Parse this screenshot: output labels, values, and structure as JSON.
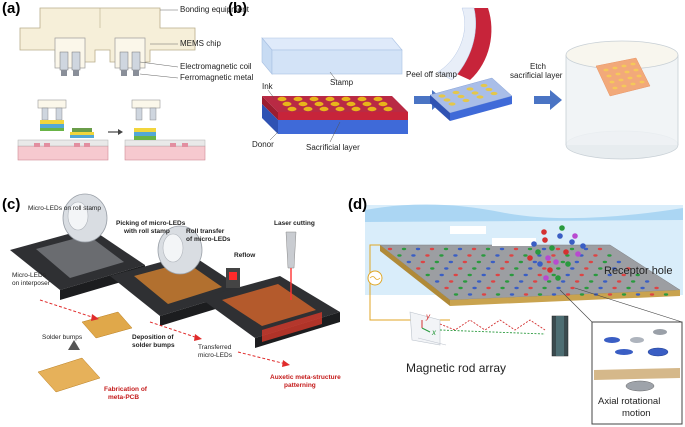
{
  "panels": {
    "a": {
      "label": "(a)",
      "texts": {
        "bonding": "Bonding equipment",
        "mems": "MEMS chip",
        "coil": "Electromagnetic coil",
        "ferro": "Ferromagnetic metal"
      }
    },
    "b": {
      "label": "(b)",
      "texts": {
        "stamp": "Stamp",
        "ink": "Ink",
        "donor": "Donor",
        "sacrificial": "Sacrificial layer",
        "peel": "Peel off stamp",
        "etch1": "Etch",
        "etch2": "sacrificial layer"
      }
    },
    "c": {
      "label": "(c)",
      "texts": {
        "roll_stamp": "Micro-LEDs on roll stamp",
        "picking1": "Picking of micro-LEDs",
        "picking2": "with roll stamp",
        "roll_transfer1": "Roll transfer",
        "roll_transfer2": "of micro-LEDs",
        "reflow": "Reflow",
        "laser": "Laser cutting",
        "interposer1": "Micro-LEDs",
        "interposer2": "on interposer",
        "solder": "Solder bumps",
        "deposition1": "Deposition of",
        "deposition2": "solder bumps",
        "transferred1": "Transferred",
        "transferred2": "micro-LEDs",
        "fab1": "Fabrication of",
        "fab2": "meta-PCB",
        "auxetic1": "Auxetic meta-structure",
        "auxetic2": "patterning"
      }
    },
    "d": {
      "label": "(d)",
      "texts": {
        "receptor": "Receptor hole",
        "rod": "Magnetic rod array",
        "axial1": "Axial rotational",
        "axial2": "motion",
        "y": "y",
        "x": "x"
      }
    }
  },
  "colors": {
    "blue_stamp": "#bcd3ee",
    "donor_blue": "#3f6ad8",
    "sacrificial_red": "#c7243a",
    "ink_gold": "#e8b51a",
    "arrow_blue": "#3f66b5",
    "text_red": "#c41a1a",
    "water": "#a9d4f0"
  }
}
